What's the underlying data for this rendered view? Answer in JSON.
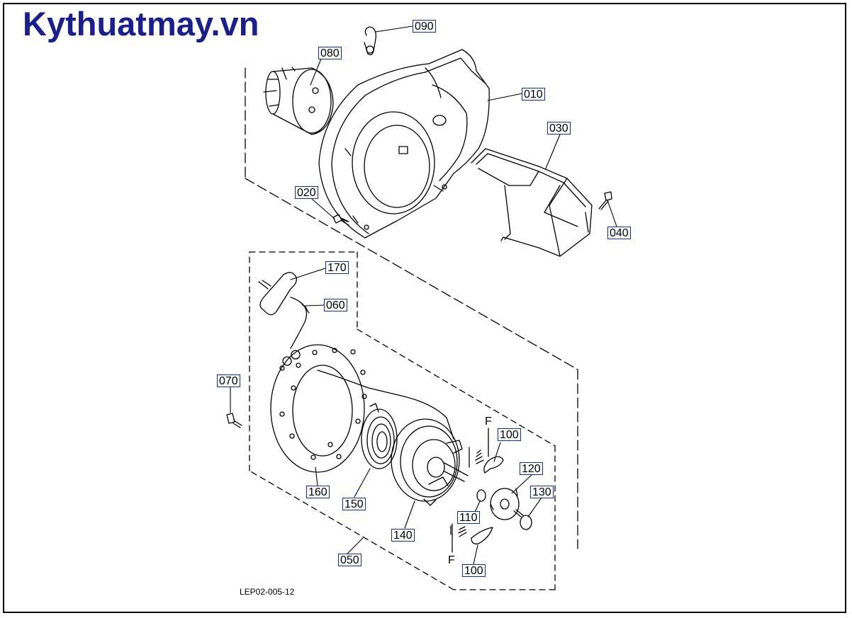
{
  "logo": {
    "text": "Kythuatmay.vn",
    "color": "#1a1f8c"
  },
  "labels": {
    "p010": "010",
    "p020": "020",
    "p030": "030",
    "p040": "040",
    "p050": "050",
    "p060": "060",
    "p070": "070",
    "p080": "080",
    "p090": "090",
    "p100a": "100",
    "p100b": "100",
    "p110": "110",
    "p120": "120",
    "p130": "130",
    "p140": "140",
    "p150": "150",
    "p160": "160",
    "p170": "170",
    "f_top": "F",
    "f_bottom": "F"
  },
  "drawing_code": "LEP02-005-12",
  "colors": {
    "line": "#000000",
    "label_border": "#1a2a8c"
  }
}
